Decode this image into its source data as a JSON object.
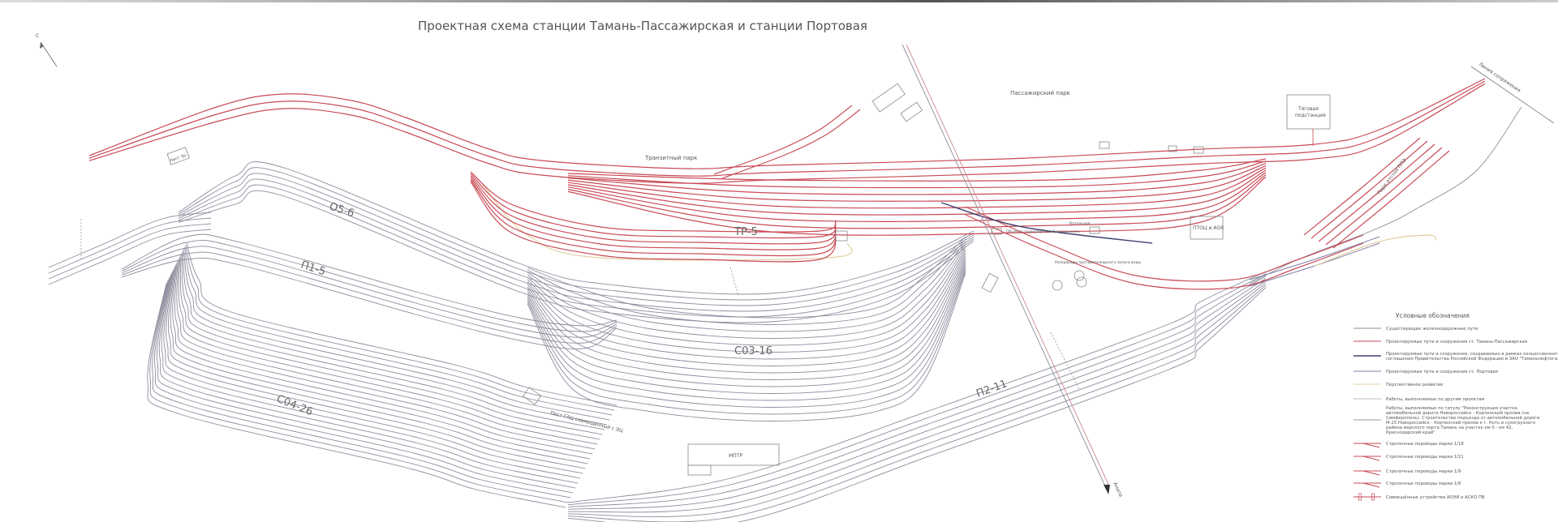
{
  "title": "Проектная схема станции Тамань-Пассажирская и станции Портовая",
  "north_label": "С",
  "parks": {
    "transit": "Транзитный парк",
    "passenger": "Пассажирский парк",
    "o5_6": "О5-6",
    "p1_5": "П1-5",
    "c04_26": "С04-26",
    "c03_16": "С03-16",
    "p2_11": "П2-11",
    "tr_5": "ТР-5",
    "storage": "Парк отстоя ППЭ"
  },
  "facilities": {
    "traction_line1": "Тяговая",
    "traction_line2": "подстанция",
    "ptoc": "ПТОЦ и АОХ",
    "mptr": "МПТР",
    "post_gac": "Пост ГАЦ совмещенный с ЭЦ",
    "sheet": "Лист 3Ь",
    "reservoirs": "Резервуары противопожарного запаса воды",
    "boiler": "Котельная",
    "security": "Объекты транспортной безопасности"
  },
  "directions": {
    "anapa": "Анапа",
    "link": "Линия сопряжения"
  },
  "legend": {
    "title": "Условные обозначения",
    "items": [
      {
        "kind": "existing",
        "color": "#8d8d9e",
        "lines": [
          "Существующие железнодорожные пути"
        ]
      },
      {
        "kind": "taman",
        "color": "#c84a56",
        "lines": [
          "Проектируемые пути и сооружения ст. Тамань-Пассажирская"
        ]
      },
      {
        "kind": "concession",
        "color": "#3d4270",
        "lines": [
          "Проектируемые пути и сооружения, создаваемые в рамках концессионного",
          "соглашения Правительства Российской Федерации и ЗАО \"Таманьнефтегаз\""
        ]
      },
      {
        "kind": "portovaya",
        "color": "#7d7fa6",
        "lines": [
          "Проектируемые пути и сооружения ст. Портовая"
        ]
      },
      {
        "kind": "future",
        "color": "#e3cfa3",
        "lines": [
          "Перспективное развитие"
        ]
      },
      {
        "kind": "other",
        "color": "#b8bdb0",
        "lines": [
          "Работы, выполняемые по другим проектам"
        ]
      },
      {
        "kind": "road",
        "color": "#9a9aa8",
        "lines": [
          "Работы, выполняемые по титулу \"Реконструкция участка",
          "автомобильной дороги Новороссийск - Керченский пролив (на",
          "Симферополь). Строительство подъезда от автомобильной дороги",
          "М-25 Новороссийск - Керченский пролив к г. Кеть и сухогрузного",
          "района морского порта Тамань на участке км 0 - км 42,",
          "Краснодарский край\""
        ]
      },
      {
        "kind": "switch",
        "color": "#c84a56",
        "lines": [
          "Стрелочные переводы марки 1/18"
        ]
      },
      {
        "kind": "switch",
        "color": "#c84a56",
        "lines": [
          "Стрелочные переводы марки 1/11"
        ]
      },
      {
        "kind": "switch",
        "color": "#c84a56",
        "lines": [
          "Стрелочные переводы марки 1/9"
        ]
      },
      {
        "kind": "switch",
        "color": "#c84a56",
        "lines": [
          "Стрелочные переводы марки 1/6"
        ]
      },
      {
        "kind": "device",
        "color": "#c84a56",
        "lines": [
          "Совмещённые устройства АОЭИ и АСКО ПВ"
        ]
      }
    ]
  }
}
